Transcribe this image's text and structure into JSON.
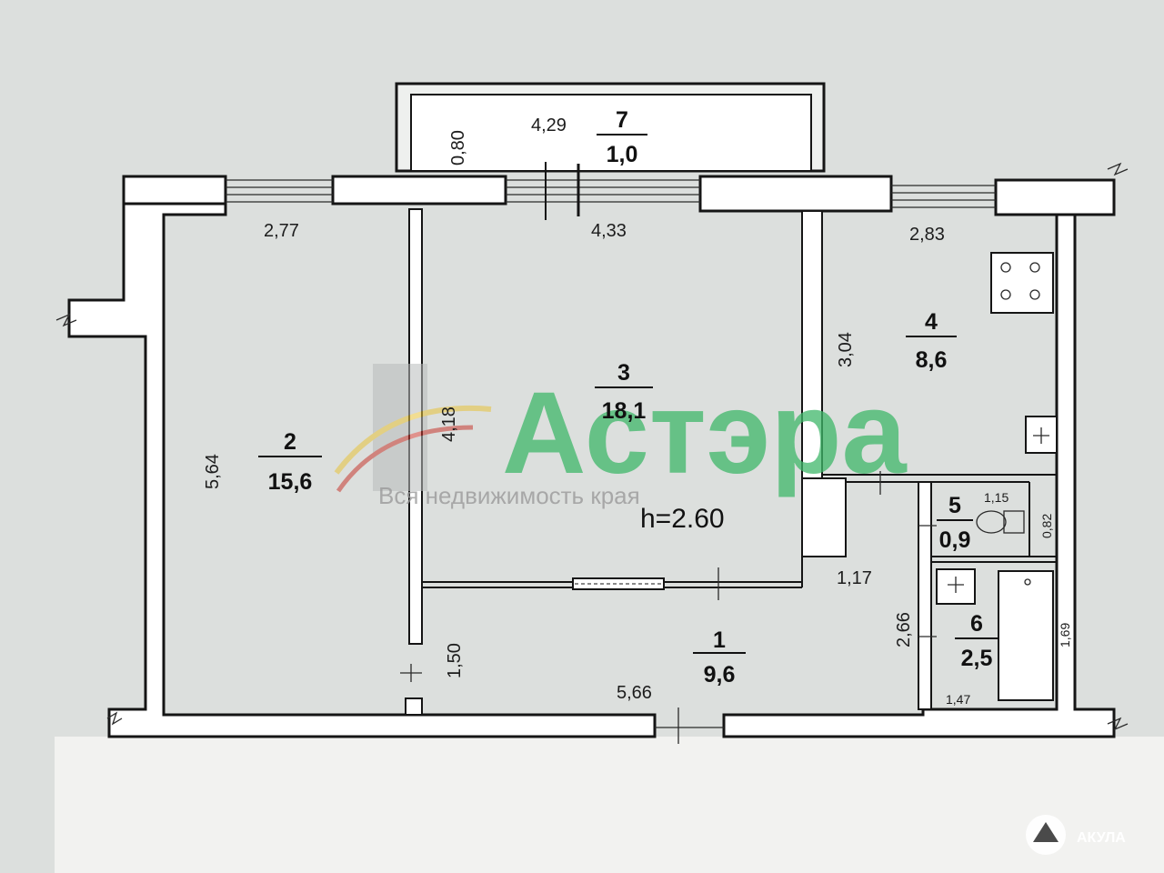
{
  "plan": {
    "ceiling_height": "h=2.60",
    "rooms": [
      {
        "num": "1",
        "area": "9,6"
      },
      {
        "num": "2",
        "area": "15,6"
      },
      {
        "num": "3",
        "area": "18,1"
      },
      {
        "num": "4",
        "area": "8,6"
      },
      {
        "num": "5",
        "area": "0,9"
      },
      {
        "num": "6",
        "area": "2,5"
      },
      {
        "num": "7",
        "area": "1,0"
      }
    ],
    "dimensions": {
      "balcony_width": "4,29",
      "balcony_depth": "0,80",
      "room2_width": "2,77",
      "room2_length": "5,64",
      "room3_width": "4,33",
      "room3_length": "4,18",
      "room4_width": "2,83",
      "room4_length": "3,04",
      "hall_width": "5,66",
      "hall_depth": "1,50",
      "wc_width": "1,15",
      "wc_depth": "0,82",
      "corridor": "1,17",
      "bath_length": "2,66",
      "bath_width": "1,47",
      "bath_inner": "1,69"
    }
  },
  "watermark": {
    "brand": "Астэра",
    "tagline": "Вся недвижимость края"
  },
  "badge": {
    "label": "АКУЛА"
  }
}
